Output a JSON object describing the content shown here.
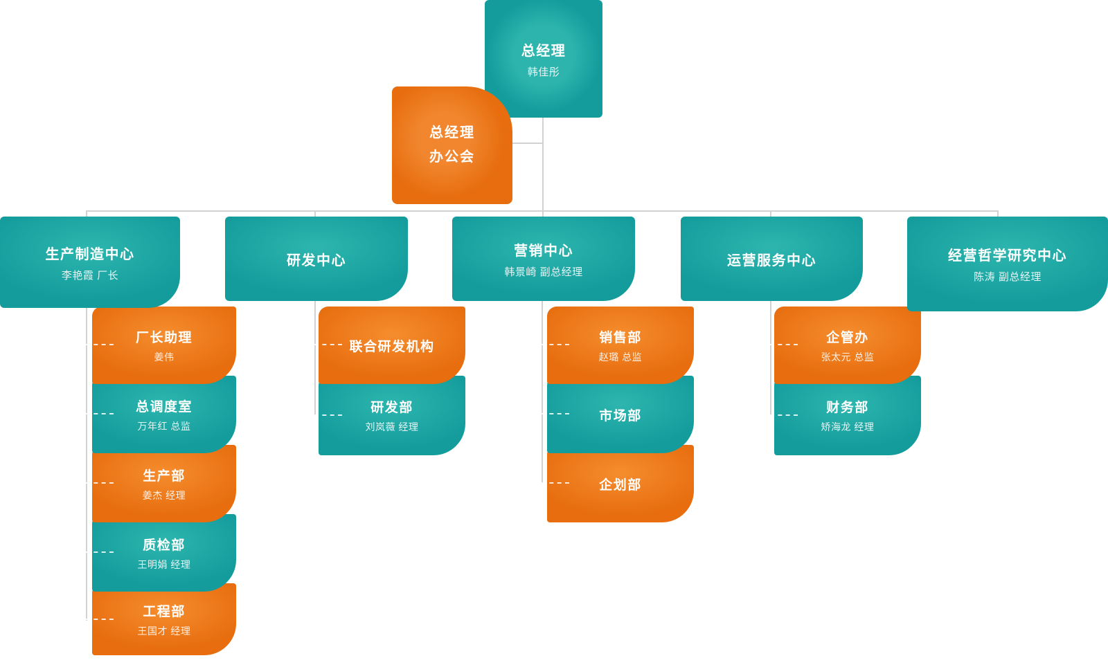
{
  "root": {
    "title": "总经理",
    "subtitle": "韩佳彤"
  },
  "office": {
    "line1": "总经理",
    "line2": "办公会"
  },
  "centers": [
    {
      "title": "生产制造中心",
      "subtitle": "李艳霞 厂长"
    },
    {
      "title": "研发中心"
    },
    {
      "title": "营销中心",
      "subtitle": "韩景崎 副总经理"
    },
    {
      "title": "运营服务中心"
    },
    {
      "title": "经营哲学研究中心",
      "subtitle": "陈涛 副总经理"
    }
  ],
  "departments": {
    "production": [
      {
        "title": "厂长助理",
        "subtitle": "姜伟"
      },
      {
        "title": "总调度室",
        "subtitle": "万年红 总监"
      },
      {
        "title": "生产部",
        "subtitle": "姜杰 经理"
      },
      {
        "title": "质检部",
        "subtitle": "王明娟 经理"
      },
      {
        "title": "工程部",
        "subtitle": "王国才 经理"
      }
    ],
    "rd": [
      {
        "title": "联合研发机构"
      },
      {
        "title": "研发部",
        "subtitle": "刘岚薇 经理"
      }
    ],
    "marketing": [
      {
        "title": "销售部",
        "subtitle": "赵璐 总监"
      },
      {
        "title": "市场部"
      },
      {
        "title": "企划部"
      }
    ],
    "operations": [
      {
        "title": "企管办",
        "subtitle": "张太元 总监"
      },
      {
        "title": "财务部",
        "subtitle": "矫海龙 经理"
      }
    ]
  },
  "colors": {
    "teal": "#149c9d",
    "orange": "#e8700f",
    "connector": "#d2d2d2"
  }
}
